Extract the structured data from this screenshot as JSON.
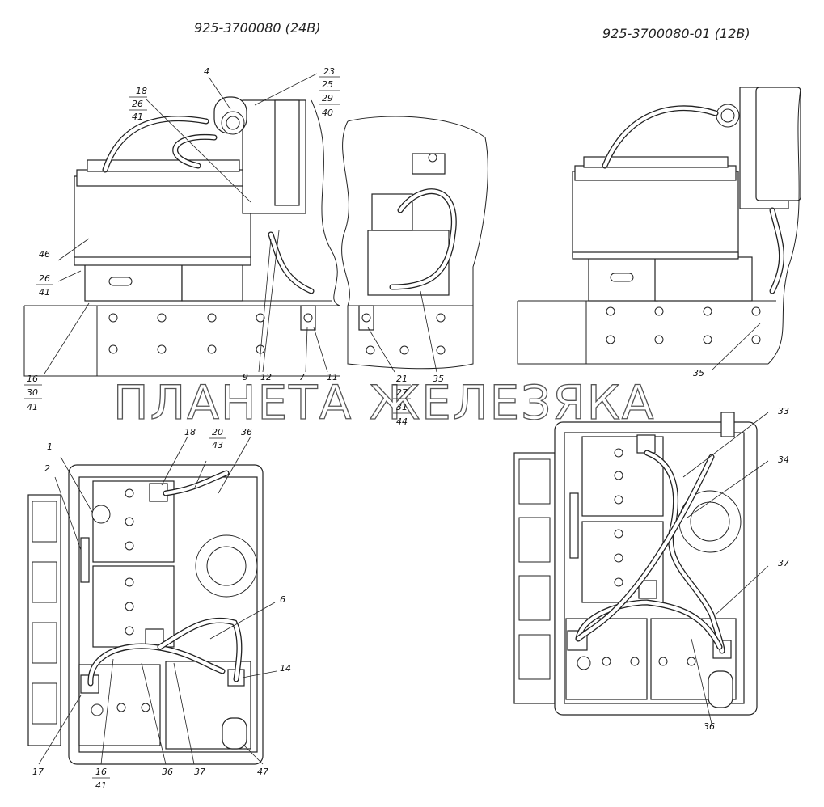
{
  "titles": {
    "left": "925-3700080  (24В)",
    "right": "925-3700080-01   (12В)"
  },
  "watermark": "ПЛАНЕТА ЖЕЛЕЗЯКА",
  "callouts": {
    "c4": "4",
    "c18a": "18",
    "c26a": "26",
    "c41a": "41",
    "c23": "23",
    "c25": "25",
    "c29": "29",
    "c40": "40",
    "c46": "46",
    "c26b": "26",
    "c41b": "41",
    "c16a": "16",
    "c30": "30",
    "c41c": "41",
    "c9": "9",
    "c12": "12",
    "c7": "7",
    "c11": "11",
    "c21": "21",
    "c27": "27",
    "c31": "31",
    "c44": "44",
    "c35a": "35",
    "c35b": "35",
    "c1": "1",
    "c2": "2",
    "c18b": "18",
    "c20": "20",
    "c43": "43",
    "c36a": "36",
    "c6": "6",
    "c14": "14",
    "c17": "17",
    "c16b": "16",
    "c41d": "41",
    "c36b": "36",
    "c37a": "37",
    "c47": "47",
    "c33": "33",
    "c34": "34",
    "c37b": "37",
    "c36c": "36"
  }
}
